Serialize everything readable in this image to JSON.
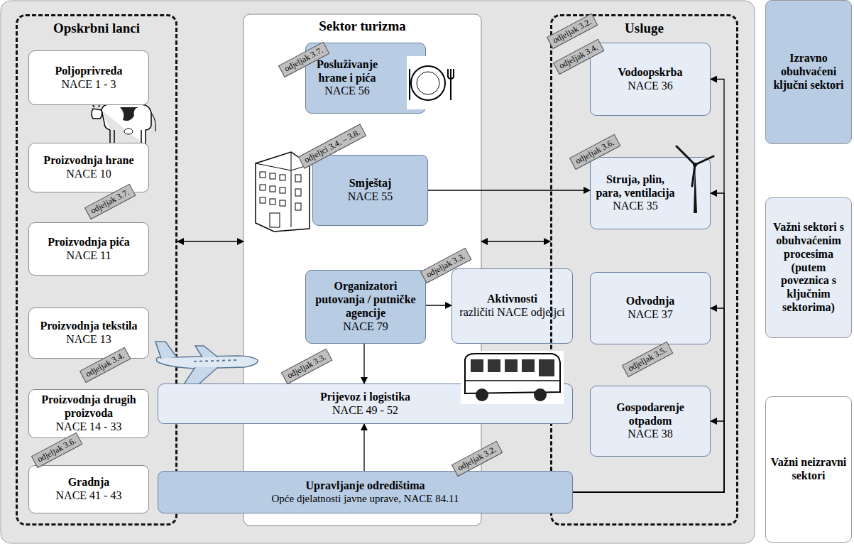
{
  "diagram": {
    "nodes": [
      {
        "text": [
          "Opskrbni lanci"
        ]
      },
      {
        "text": [
          "Poljoprivreda",
          "NACE 1 - 3"
        ],
        "in": 0
      },
      {
        "text": [
          "Proizvodnja hrane",
          "NACE 10"
        ],
        "in": 0
      },
      {
        "text": [
          "Proizvodnja pića",
          "NACE 11"
        ],
        "in": 0
      },
      {
        "text": [
          "Proizvodnja tekstila",
          "NACE 13"
        ],
        "in": 0
      },
      {
        "text": [
          "Proizvodnja drugih proizvoda",
          "NACE 14 - 33"
        ],
        "in": 0
      },
      {
        "text": [
          "Gradnja",
          "NACE 41 - 43"
        ],
        "in": 0
      },
      {
        "text": [
          "Sektor turizma"
        ]
      },
      {
        "text": [
          "Posluživanje hrane i pića",
          "NACE 56"
        ],
        "in": 7
      },
      {
        "text": [
          "Smještaj",
          "NACE 55"
        ],
        "in": 7
      },
      {
        "text": [
          "Organizatori putovanja / putničke agencije",
          "NACE 79"
        ],
        "in": 7
      },
      {
        "text": [
          "Aktivnosti",
          "različiti NACE odjeljci"
        ]
      },
      {
        "text": [
          "Prijevoz i logistika",
          "NACE 49 - 52"
        ]
      },
      {
        "text": [
          "Upravljanje odredištima",
          "Opće djelatnosti javne uprave, NACE 84.11"
        ]
      },
      {
        "text": [
          "Usluge"
        ]
      },
      {
        "text": [
          "Vodoopskrba",
          "NACE 36"
        ],
        "in": 14
      },
      {
        "text": [
          "Struja, plin, para, ventilacija",
          "NACE 35"
        ],
        "in": 14
      },
      {
        "text": [
          "Odvodnja",
          "NACE 37"
        ],
        "in": 14
      },
      {
        "text": [
          "Gospodarenje otpadom",
          "NACE 38"
        ],
        "in": 14
      }
    ],
    "edges": [
      {
        "from": 0,
        "to": 7,
        "arrow": "both"
      },
      {
        "from": 7,
        "to": 14,
        "arrow": "both"
      },
      {
        "from": 9,
        "to": 16,
        "arrow": "to"
      },
      {
        "from": 10,
        "to": 11,
        "arrow": "to"
      },
      {
        "from": 10,
        "to": 12,
        "arrow": "to"
      },
      {
        "from": 13,
        "to": 12,
        "arrow": "to"
      },
      {
        "from": 13,
        "to": 15,
        "arrow": "to"
      },
      {
        "from": 13,
        "to": 16,
        "arrow": "to"
      },
      {
        "from": 13,
        "to": 17,
        "arrow": "to"
      },
      {
        "from": 13,
        "to": 18,
        "arrow": "to"
      }
    ],
    "labels": [
      "odjeljak 3.2.",
      "odjeljak 3.4.",
      "odjeljak 3.7.",
      "odjeljci 3.4. – 3.8.",
      "odjeljak 3.6.",
      "odjeljak 3.7.",
      "odjeljak 3.3.",
      "odjeljak 3.4.",
      "odjeljak 3.5.",
      "odjeljak 3.3.",
      "odjeljak 3.6.",
      "odjeljak 3.2."
    ],
    "legend": [
      {
        "text": "Izravno obuhvaćeni ključni sektori",
        "color": "#b8cce4"
      },
      {
        "text": "Važni sektori s obuhvaćenim procesima (putem poveznica s ključnim sektorima)",
        "color": "#e6edf7"
      },
      {
        "text": "Važni neizravni sektori",
        "color": "#ffffff"
      }
    ]
  }
}
